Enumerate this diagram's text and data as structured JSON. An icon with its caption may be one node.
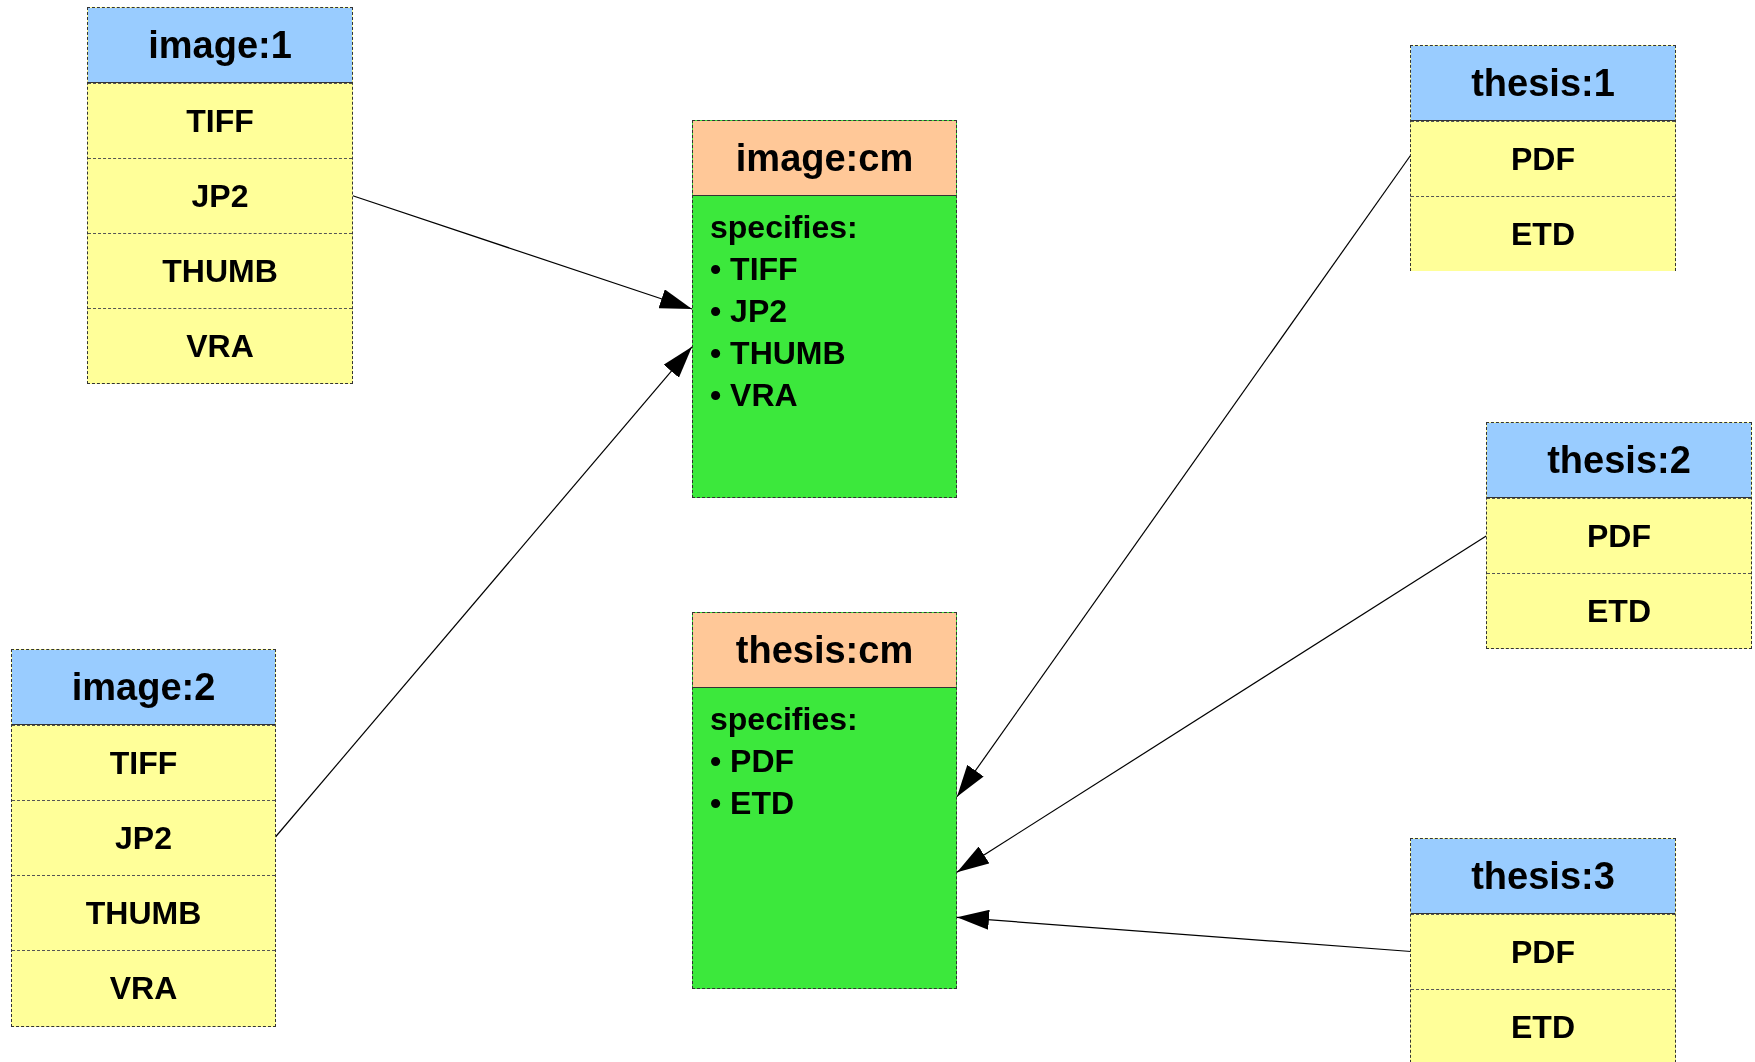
{
  "diagram": {
    "nodes": [
      {
        "text": [
          "image:1"
        ]
      },
      {
        "text": [
          "TIFF"
        ],
        "in": 0
      },
      {
        "text": [
          "JP2"
        ],
        "in": 0
      },
      {
        "text": [
          "THUMB"
        ],
        "in": 0
      },
      {
        "text": [
          "VRA"
        ],
        "in": 0
      },
      {
        "text": [
          "image:cm",
          "specifies:",
          "• TIFF",
          "• JP2",
          "• THUMB",
          "• VRA"
        ]
      },
      {
        "text": [
          "thesis:1"
        ]
      },
      {
        "text": [
          "PDF"
        ],
        "in": 6
      },
      {
        "text": [
          "ETD"
        ],
        "in": 6
      },
      {
        "text": [
          "thesis:2"
        ]
      },
      {
        "text": [
          "PDF"
        ],
        "in": 9
      },
      {
        "text": [
          "ETD"
        ],
        "in": 9
      },
      {
        "text": [
          "image:2"
        ]
      },
      {
        "text": [
          "TIFF"
        ],
        "in": 12
      },
      {
        "text": [
          "JP2"
        ],
        "in": 12
      },
      {
        "text": [
          "THUMB"
        ],
        "in": 12
      },
      {
        "text": [
          "VRA"
        ],
        "in": 12
      },
      {
        "text": [
          "thesis:cm",
          "specifies:",
          "• PDF",
          "• ETD"
        ]
      },
      {
        "text": [
          "thesis:3"
        ]
      },
      {
        "text": [
          "PDF"
        ],
        "in": 18
      },
      {
        "text": [
          "ETD"
        ],
        "in": 18
      }
    ],
    "edges": [
      {
        "from": 2,
        "to": 5,
        "arrow": "to"
      },
      {
        "from": 14,
        "to": 5,
        "arrow": "to"
      },
      {
        "from": 7,
        "to": 17,
        "arrow": "to"
      },
      {
        "from": 10,
        "to": 17,
        "arrow": "to"
      },
      {
        "from": 19,
        "to": 17,
        "arrow": "to"
      }
    ]
  }
}
